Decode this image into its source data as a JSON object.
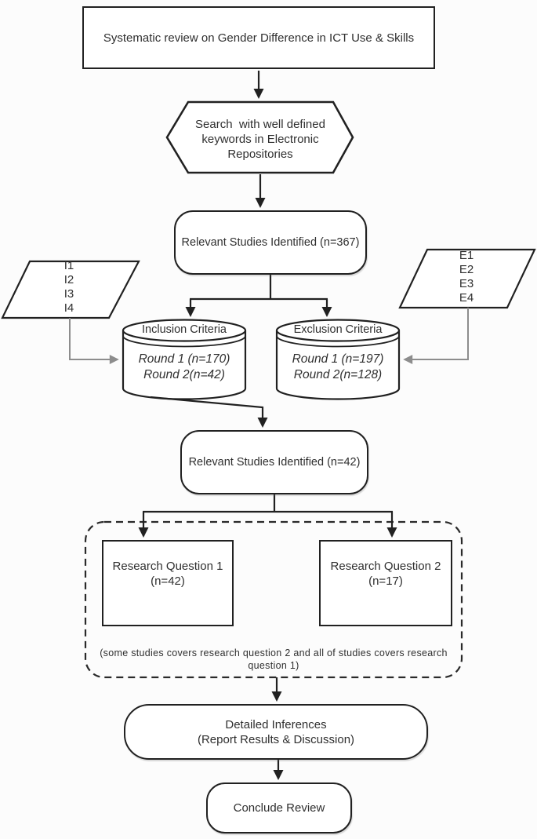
{
  "diagram": {
    "title_box": "Systematic review on Gender Difference in ICT Use & Skills",
    "search_hexagon": "Search  with well defined\nkeywords in Electronic\nRepositories",
    "studies_identified_1": "Relevant Studies Identified (n=367)",
    "inclusion_inputs": "I1\nI2\nI3\nI4",
    "exclusion_inputs": "E1\nE2\nE3\nE4",
    "inclusion_cylinder": {
      "title": "Inclusion Criteria",
      "rounds": "Round 1 (n=170)\nRound 2(n=42)"
    },
    "exclusion_cylinder": {
      "title": "Exclusion Criteria",
      "rounds": "Round 1 (n=197)\nRound 2(n=128)"
    },
    "studies_identified_2": "Relevant Studies Identified (n=42)",
    "research_question_1": "Research Question 1\n(n=42)",
    "research_question_2": "Research Question 2\n(n=17)",
    "research_note": "(some studies covers research question 2 and all of studies covers research\nquestion 1)",
    "inferences_box": "Detailed Inferences\n(Report Results & Discussion)",
    "conclude_box": "Conclude Review"
  },
  "colors": {
    "stroke": "#212121",
    "connector_gray": "#8d8d8d",
    "shape_fill": "#ffffff",
    "background": "#fcfcfc"
  }
}
